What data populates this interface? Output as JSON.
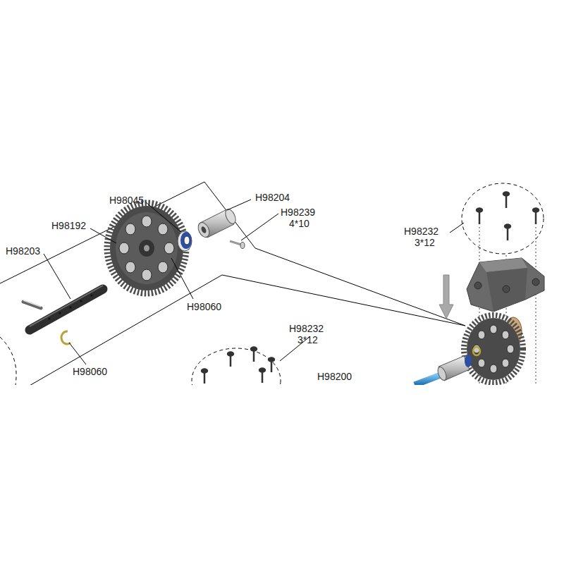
{
  "diagram": {
    "labels": [
      "H98204",
      "H98045",
      "H98239",
      "4*10",
      "H98192",
      "H98232",
      "3*12",
      "H98203",
      "H98060",
      "H98232",
      "3*12",
      "H98060",
      "H98200"
    ]
  }
}
